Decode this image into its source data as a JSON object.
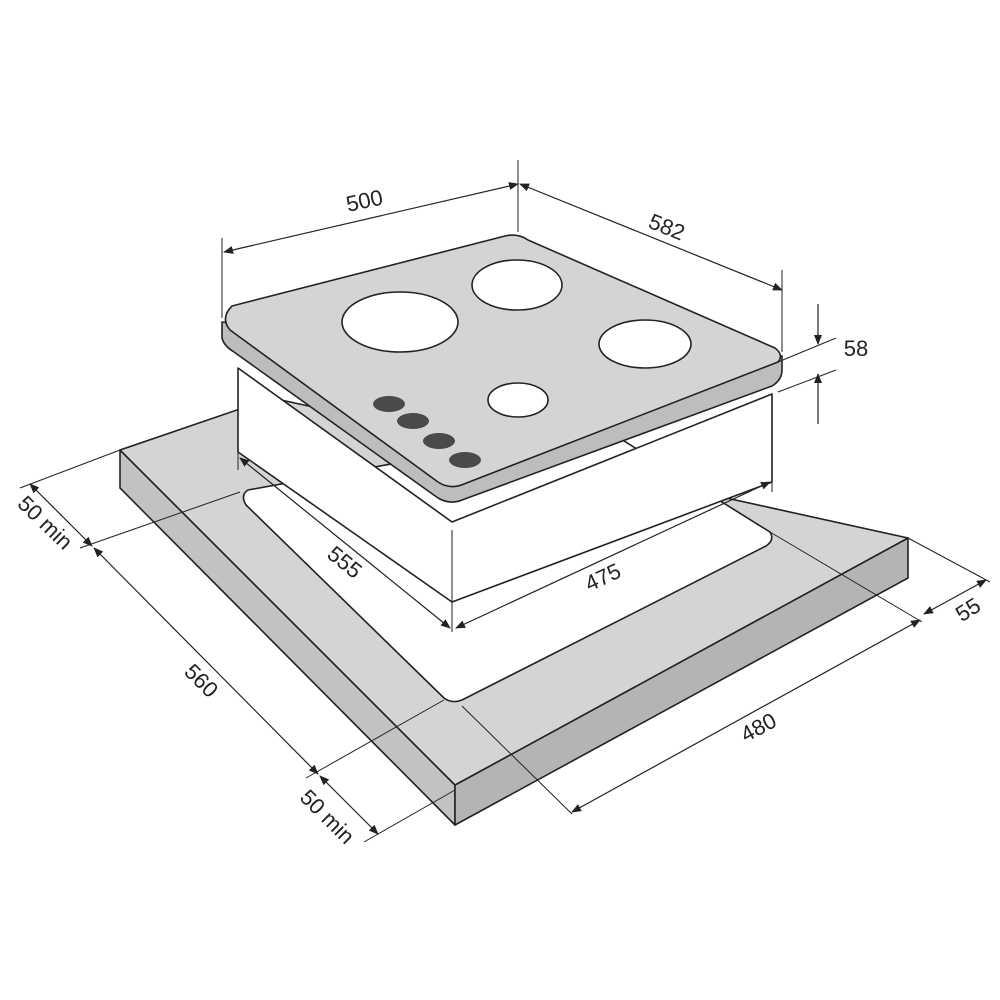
{
  "colors": {
    "counter_top": "#d4d4d4",
    "counter_front": "#c2c2c2",
    "counter_side": "#b4b4b4",
    "hob_top": "#d4d4d4",
    "hob_edge": "#bdbdbd",
    "burner_fill": "#ffffff",
    "knob_fill": "#4a4a4a",
    "line": "#222222",
    "background": "#ffffff"
  },
  "dimensions": {
    "hob_width": "500",
    "hob_depth": "582",
    "hob_height": "58",
    "cutout_depth": "555",
    "cutout_width": "475",
    "counter_depth": "560",
    "counter_width": "480",
    "counter_thickness": "55",
    "margin_back": "50 min",
    "margin_front": "50 min"
  }
}
